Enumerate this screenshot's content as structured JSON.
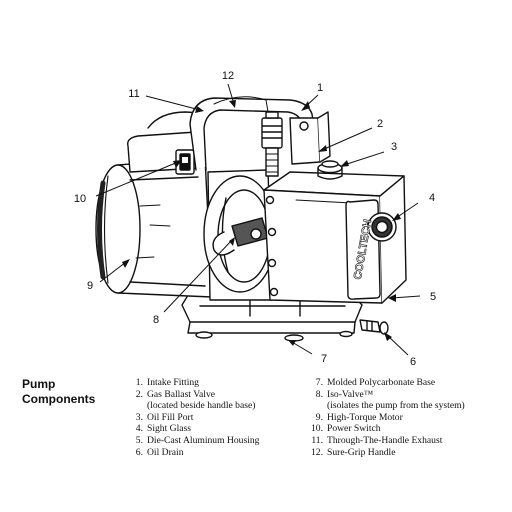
{
  "diagram": {
    "brand_label": "COOLTECH",
    "callouts": [
      "1",
      "2",
      "3",
      "4",
      "5",
      "6",
      "7",
      "8",
      "9",
      "10",
      "11",
      "12"
    ]
  },
  "legend": {
    "heading_line1": "Pump",
    "heading_line2": "Components",
    "items": [
      {
        "num": "1.",
        "text": "Intake Fitting"
      },
      {
        "num": "2.",
        "text": "Gas Ballast Valve",
        "sub": "(located beside handle base)"
      },
      {
        "num": "3.",
        "text": "Oil Fill Port"
      },
      {
        "num": "4.",
        "text": "Sight Glass"
      },
      {
        "num": "5.",
        "text": "Die-Cast Aluminum Housing"
      },
      {
        "num": "6.",
        "text": "Oil Drain"
      },
      {
        "num": "7.",
        "text": "Molded Polycarbonate Base"
      },
      {
        "num": "8.",
        "text": "Iso-Valve™",
        "sub": "(isolates the pump from the system)"
      },
      {
        "num": "9.",
        "text": "High-Torque Motor"
      },
      {
        "num": "10.",
        "text": "Power Switch"
      },
      {
        "num": "11.",
        "text": "Through-The-Handle Exhaust"
      },
      {
        "num": "12.",
        "text": "Sure-Grip Handle"
      }
    ]
  }
}
